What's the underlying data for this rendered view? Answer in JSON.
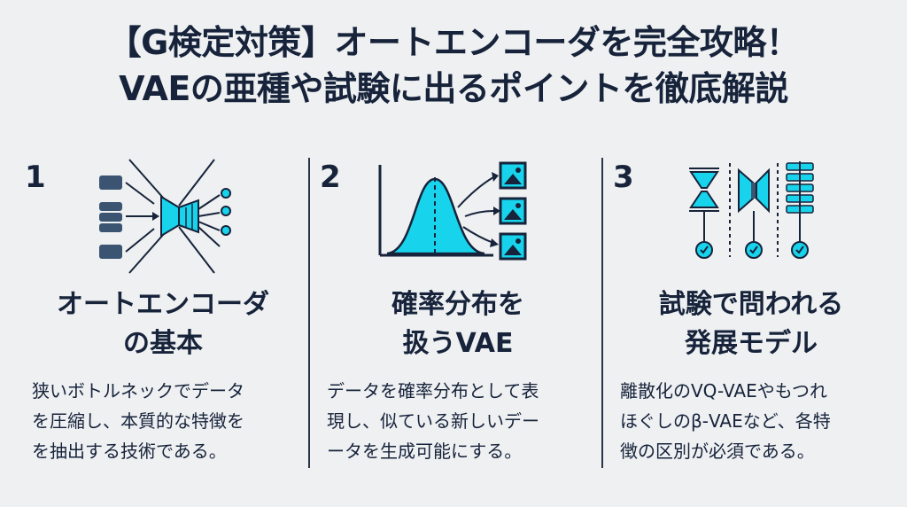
{
  "title": {
    "line1": "【G検定対策】オートエンコーダを完全攻略！",
    "line2": "VAEの亜種や試験に出るポイントを徹底解説"
  },
  "colors": {
    "background": "#eef0f2",
    "text": "#17233a",
    "accent": "#17d4ec",
    "icon_dark": "#3a5472"
  },
  "sections": [
    {
      "number": "1",
      "icon": "autoencoder-bottleneck-icon",
      "heading": [
        "オートエンコーダ",
        "の基本"
      ],
      "description": [
        "狭いボトルネックでデータ",
        "を圧縮し、本質的な特徴を",
        "を抽出する技術である。"
      ]
    },
    {
      "number": "2",
      "icon": "probability-distribution-icon",
      "heading": [
        "確率分布を",
        "扱うVAE"
      ],
      "description": [
        "データを確率分布として表",
        "現し、似ている新しいデー",
        "ータを生成可能にする。"
      ]
    },
    {
      "number": "3",
      "icon": "model-variants-icon",
      "heading": [
        "試験で問われる",
        "発展モデル"
      ],
      "description": [
        "離散化のVQ-VAEやもつれ",
        "ほぐしのβ-VAEなど、各特",
        "徴の区別が必須である。"
      ]
    }
  ]
}
